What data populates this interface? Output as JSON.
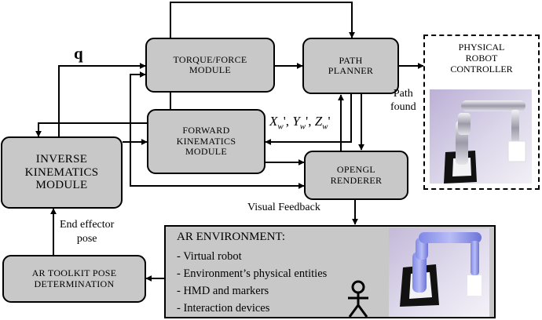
{
  "diagram": {
    "nodes": {
      "torque_force": "TORQUE/FORCE\nMODULE",
      "path_planner": "PATH\nPLANNER",
      "physical_robot_controller": "PHYSICAL\nROBOT\nCONTROLLER",
      "forward_kinematics": "FORWARD\nKINEMATICS\nMODULE",
      "inverse_kinematics": "INVERSE\nKINEMATICS\nMODULE",
      "opengl_renderer": "OPENGL\nRENDERER",
      "ar_toolkit": "AR TOOLKIT POSE\nDETERMINATION"
    },
    "ar_environment": {
      "title": "AR ENVIRONMENT:",
      "items": [
        "- Virtual robot",
        "- Environment’s physical entities",
        "- HMD and markers",
        "- Interaction devices"
      ]
    },
    "edge_labels": {
      "q": "q",
      "path_found": "Path\nfound",
      "visual_feedback": "Visual Feedback",
      "end_effector_pose": "End effector\npose"
    },
    "coords_label": {
      "x": "X",
      "x_sub": "w",
      "y": "Y",
      "y_sub": "w",
      "z": "Z",
      "z_sub": "w"
    }
  }
}
